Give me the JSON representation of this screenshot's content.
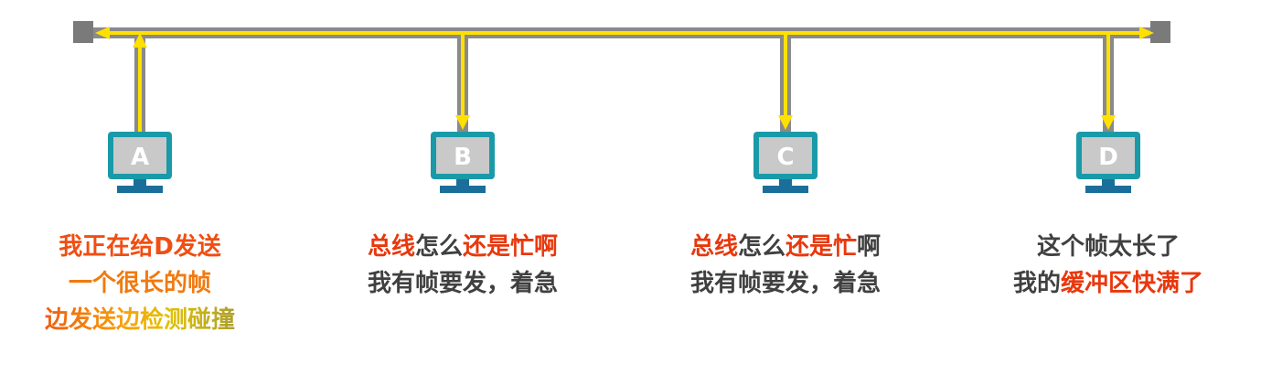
{
  "colors": {
    "bus": "#8a8a8a",
    "bus_end": "#7a7a7a",
    "signal": "#ffe000",
    "monitor_frame": "#1a9aa8",
    "monitor_screen": "#c9c9c9",
    "monitor_stand": "#1a6f9a",
    "text_dark": "#404040",
    "text_red": "#e8380d"
  },
  "stations": [
    {
      "letter": "A",
      "signal_direction": "up"
    },
    {
      "letter": "B",
      "signal_direction": "down"
    },
    {
      "letter": "C",
      "signal_direction": "down"
    },
    {
      "letter": "D",
      "signal_direction": "down"
    }
  ],
  "captions": {
    "a": {
      "line1": "我正在给D发送",
      "line2": "一个很长的帧",
      "line3": "边发送边检测碰撞"
    },
    "b": {
      "seg1": "总线",
      "seg2": "怎么",
      "seg3": "还是忙啊",
      "line2": "我有帧要发，着急"
    },
    "c": {
      "seg1": "总线",
      "seg2": "怎么",
      "seg3": "还是忙",
      "seg4": "啊",
      "line2": "我有帧要发，着急"
    },
    "d": {
      "line1": "这个帧太长了",
      "seg1": "我的",
      "seg2": "缓冲区快满了"
    }
  }
}
